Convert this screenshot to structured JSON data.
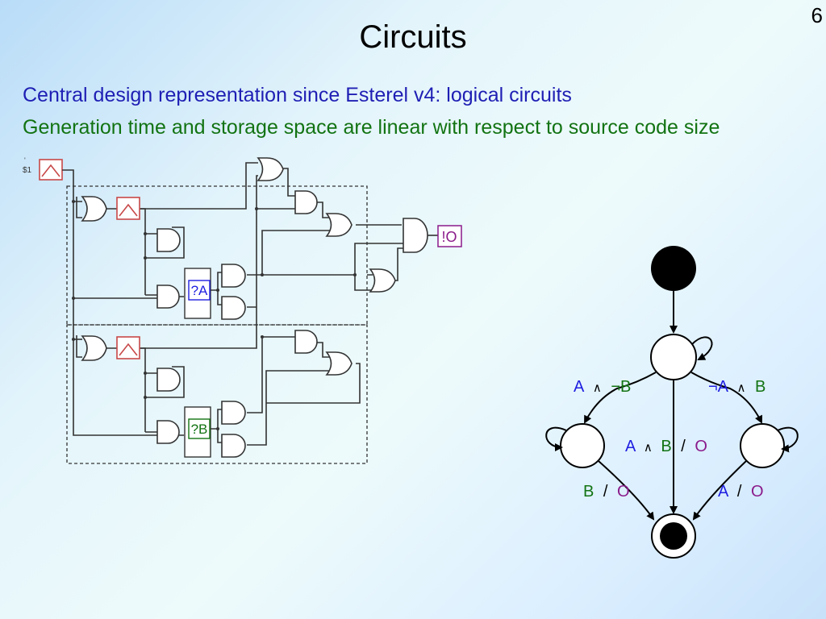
{
  "slide": {
    "number": "6",
    "title": "Circuits",
    "bullets": [
      "Central design representation since Esterel v4: logical circuits",
      "Generation time and storage space are linear with respect to source code size"
    ]
  },
  "circuit": {
    "boot_label": "$1",
    "output_label": "!O",
    "input_a_label": "?A",
    "input_b_label": "?B"
  },
  "state_machine": {
    "labels": {
      "left": [
        "A",
        "∧",
        "¬B"
      ],
      "right": [
        "¬A",
        "∧",
        "B"
      ],
      "middle": [
        "A",
        "∧",
        "B",
        "/",
        "O"
      ],
      "bottom_left": [
        "B",
        "/",
        "O"
      ],
      "bottom_right": [
        "A",
        "/",
        "O"
      ]
    }
  },
  "colors": {
    "title": "#000000",
    "bullet_1": "#1f1fb4",
    "bullet_2": "#127312",
    "signal_a": "#1f1fe0",
    "signal_b": "#127312",
    "signal_o": "#8a1a8a",
    "register": "#c84848"
  }
}
